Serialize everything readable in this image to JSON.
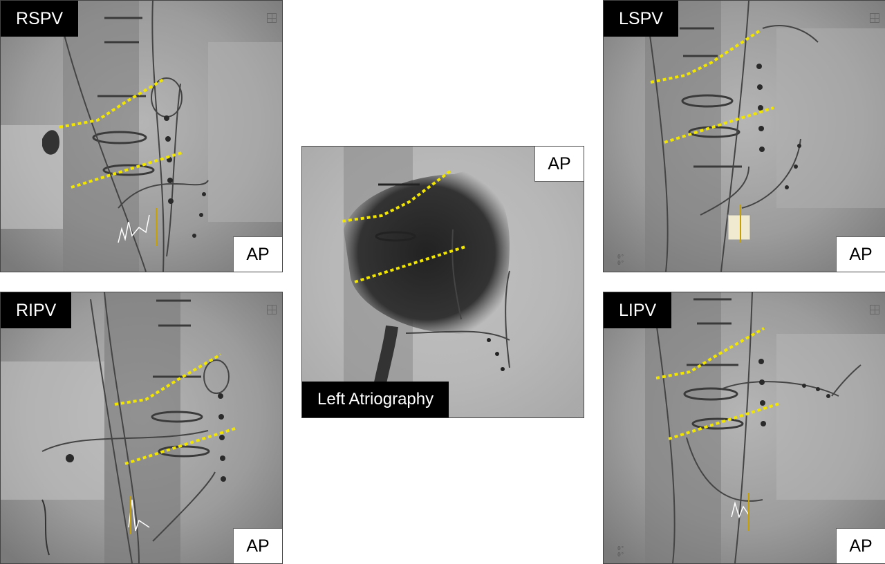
{
  "panels": {
    "rspv": {
      "label": "RSPV",
      "view": "AP"
    },
    "ripv": {
      "label": "RIPV",
      "view": "AP"
    },
    "center": {
      "label": "Left Atriography",
      "view": "AP"
    },
    "lspv": {
      "label": "LSPV",
      "view": "AP"
    },
    "lipv": {
      "label": "LIPV",
      "view": "AP"
    }
  },
  "colors": {
    "marker_line": "#f2e600",
    "label_bg": "#000000"
  }
}
